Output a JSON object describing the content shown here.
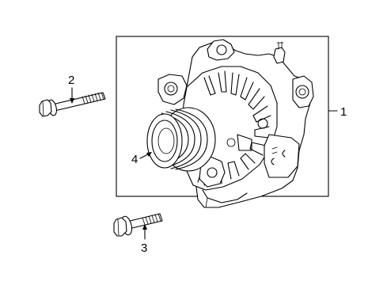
{
  "callouts": [
    {
      "id": "alternator",
      "label": "1"
    },
    {
      "id": "upper-bolt",
      "label": "2"
    },
    {
      "id": "lower-bolt",
      "label": "3"
    },
    {
      "id": "pulley",
      "label": "4"
    }
  ],
  "colors": {
    "line": "#000000",
    "background": "#ffffff"
  }
}
